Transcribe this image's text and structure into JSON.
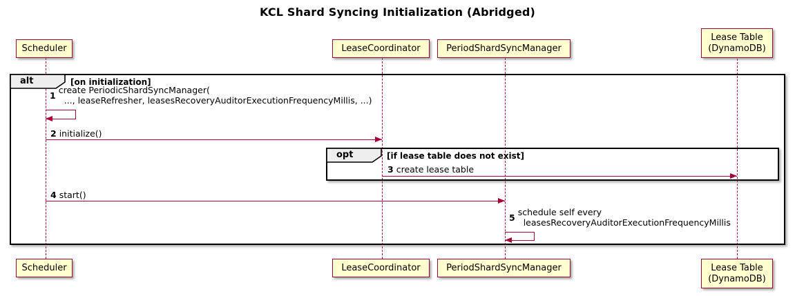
{
  "title": "KCL Shard Syncing Initialization (Abridged)",
  "colors": {
    "participant_fill": "#FEFECE",
    "participant_border": "#A80036",
    "arrow": "#A80036",
    "lifeline": "#A80036",
    "frame_border": "#000000",
    "frame_label_fill": "#EEEEEE",
    "background": "#FFFFFF"
  },
  "participants": [
    {
      "label_lines": [
        "Scheduler"
      ]
    },
    {
      "label_lines": [
        "LeaseCoordinator"
      ]
    },
    {
      "label_lines": [
        "PeriodShardSyncManager"
      ]
    },
    {
      "label_lines": [
        "Lease Table",
        "(DynamoDB)"
      ]
    }
  ],
  "frames": [
    {
      "operator": "alt",
      "condition": "[on initialization]"
    },
    {
      "operator": "opt",
      "condition": "[if lease table does not exist]"
    }
  ],
  "messages": [
    {
      "num": "1",
      "kind": "self",
      "from": "Scheduler",
      "to": "Scheduler",
      "lines": [
        "create PeriodicShardSyncManager(",
        "..., leaseRefresher, leasesRecoveryAuditorExecutionFrequencyMillis, ...)"
      ]
    },
    {
      "num": "2",
      "kind": "arrow",
      "from": "Scheduler",
      "to": "LeaseCoordinator",
      "lines": [
        "initialize()"
      ]
    },
    {
      "num": "3",
      "kind": "arrow",
      "from": "LeaseCoordinator",
      "to": "Lease Table (DynamoDB)",
      "lines": [
        "create lease table"
      ]
    },
    {
      "num": "4",
      "kind": "arrow",
      "from": "Scheduler",
      "to": "PeriodShardSyncManager",
      "lines": [
        "start()"
      ]
    },
    {
      "num": "5",
      "kind": "self",
      "from": "PeriodShardSyncManager",
      "to": "PeriodShardSyncManager",
      "lines": [
        "schedule self every",
        "leasesRecoveryAuditorExecutionFrequencyMillis"
      ]
    }
  ]
}
